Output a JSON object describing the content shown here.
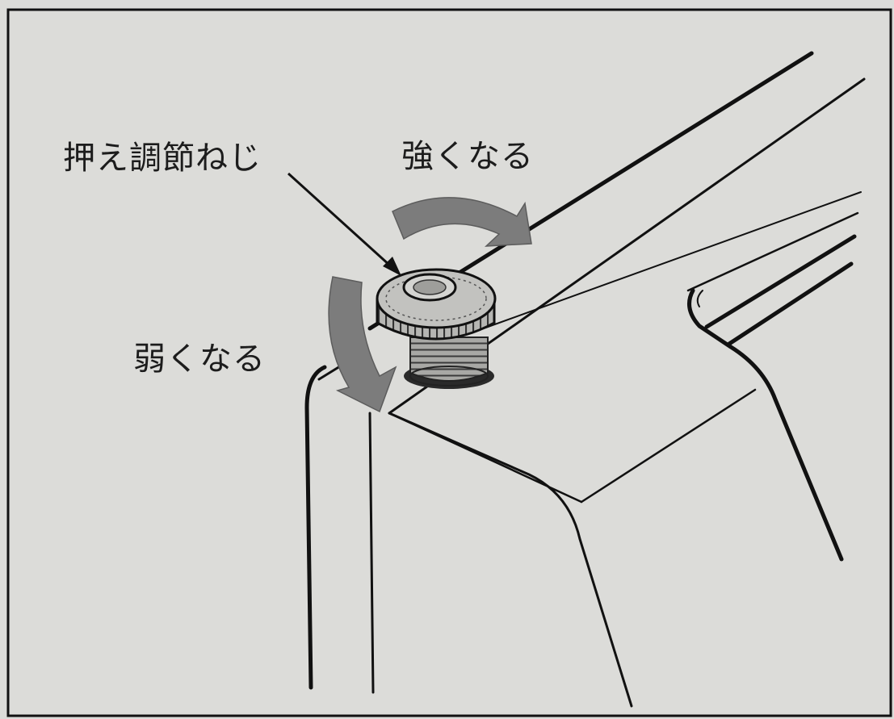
{
  "labels": {
    "adjust_screw": "押え調節ねじ",
    "stronger": "強くなる",
    "weaker": "弱くなる"
  },
  "colors": {
    "background": "#dcdcd9",
    "line": "#111111",
    "arrow_fill": "#7c7c7c",
    "screw_fill": "#a9a9a6"
  }
}
